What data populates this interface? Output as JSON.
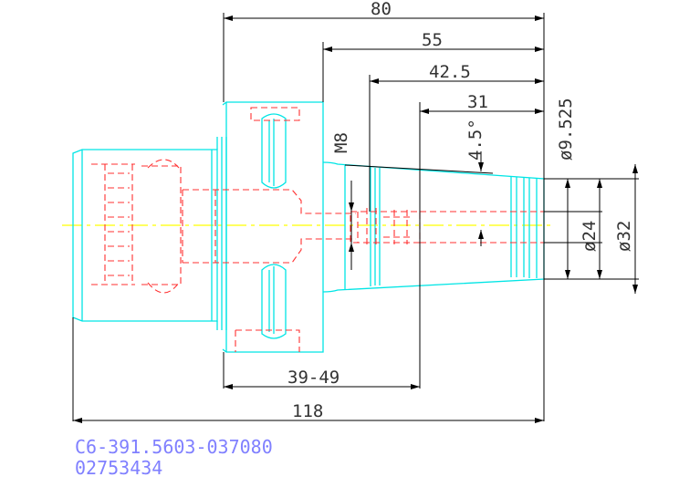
{
  "drawing": {
    "part_number": "C6-391.5603-037080",
    "item_number": "02753434",
    "dimensions": {
      "overall_length": "80",
      "gauge_length": "55",
      "length_42_5": "42.5",
      "length_31": "31",
      "taper_angle": "4.5°",
      "thread": "M8",
      "dia_small": "ø9.525",
      "dia_24": "ø24",
      "dia_32": "ø32",
      "range": "39-49",
      "total_length": "118"
    },
    "colors": {
      "outline": "#00e5e5",
      "hidden": "#ff3030",
      "centerline": "#ffff00",
      "dimension": "#000000",
      "text": "#333333",
      "code_text": "#8080ff"
    }
  }
}
